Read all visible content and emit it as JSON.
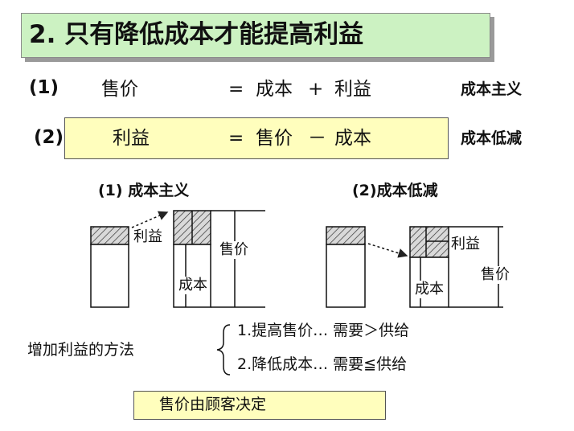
{
  "title": "2. 只有降低成本才能提高利益",
  "formulas": [
    {
      "num": "(1)",
      "left": "售价",
      "op1": "=",
      "mid": "成本",
      "op2": "+",
      "right": "利益",
      "principle": "成本主义"
    },
    {
      "num": "(2)",
      "left": "利益",
      "op1": "=",
      "mid": "售价",
      "op2": "－",
      "right": "成本",
      "principle": "成本低减"
    }
  ],
  "diagram1": {
    "heading": "(1)  成本主义",
    "profit": "利益",
    "price": "售价",
    "cost": "成本"
  },
  "diagram2": {
    "heading": "(2)成本低减",
    "profit": "利益",
    "price": "售价",
    "cost": "成本"
  },
  "methods": {
    "label": "增加利益的方法",
    "items": [
      "1.提高售价… 需要＞供给",
      "2.降低成本… 需要≦供给"
    ]
  },
  "note": "售价由顾客决定"
}
